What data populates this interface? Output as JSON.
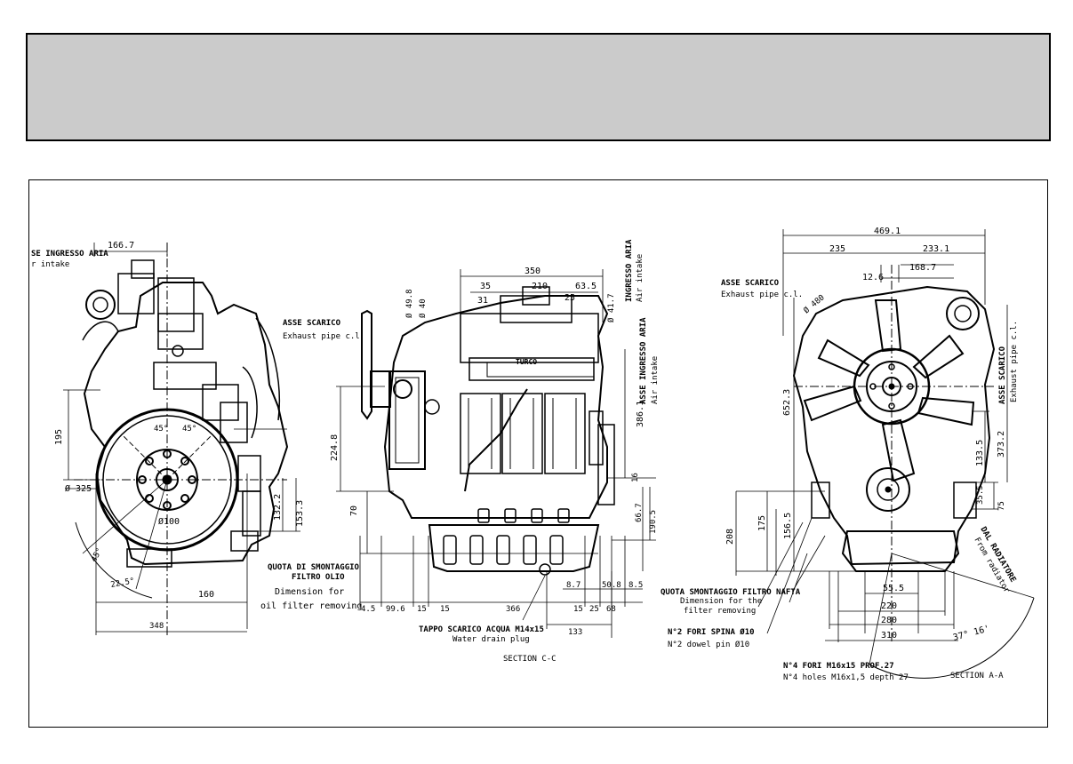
{
  "header": {
    "title": ""
  },
  "left_view": {
    "air_intake_it": "SE INGRESSO ARIA",
    "air_intake_en": "r intake",
    "dim_166_7": "166.7",
    "dim_195": "195",
    "dim_325": "Ø 325",
    "dim_100": "Ø100",
    "dim_132_2": "132.2",
    "dim_153_3": "153.3",
    "dim_160": "160",
    "dim_348": "348",
    "angle_45a": "45°",
    "angle_45b": "45°",
    "angle_45c": "45°",
    "angle_22_5": "22.5°",
    "oil_filter_it_1": "QUOTA DI SMONTAGGIO",
    "oil_filter_it_2": "FILTRO OLIO",
    "oil_filter_en_1": "Dimension for",
    "oil_filter_en_2": "oil filter removing"
  },
  "middle_view": {
    "exhaust_it": "ASSE SCARICO",
    "exhaust_en": "Exhaust pipe c.l.",
    "air_it_top": "INGRESSO ARIA",
    "air_en_top": "Air intake",
    "air_it_side": "ASSE INGRESSO ARIA",
    "air_en_side": "Air intake",
    "dim_350": "350",
    "dim_35": "35",
    "dim_210": "210",
    "dim_63_5": "63.5",
    "dim_31": "31",
    "dim_25_top": "25",
    "dim_49_8": "Ø 49.8",
    "dim_40": "Ø 40",
    "dim_41_7": "Ø 41.7",
    "dim_224_8": "224.8",
    "dim_386_1": "386.1",
    "dim_70": "70",
    "dim_16": "16",
    "dim_66_7": "66.7",
    "dim_190_5": "190.5",
    "dim_8_7": "8.7",
    "dim_50_8": "50.8",
    "dim_8_5": "8.5",
    "dim_4_5": "4.5",
    "dim_99_6": "99.6",
    "dim_15a": "15",
    "dim_15b": "15",
    "dim_366": "366",
    "dim_15c": "15",
    "dim_25b": "25",
    "dim_68": "68",
    "dim_133": "133",
    "drain_it": "TAPPO SCARICO ACQUA M14x15",
    "drain_en": "Water drain plug",
    "section": "SECTION C-C",
    "brand": "TURCO"
  },
  "right_view": {
    "dim_469_1": "469.1",
    "dim_235": "235",
    "dim_233_1": "233.1",
    "dim_12_6": "12.6",
    "dim_168_7": "168.7",
    "dim_480": "Ø 480",
    "exhaust_it": "ASSE SCARICO",
    "exhaust_en": "Exhaust pipe c.l.",
    "exhaust_side_it": "ASSE SCARICO",
    "exhaust_side_en": "Exhaust pipe c.l.",
    "dim_652_3": "652.3",
    "dim_373_2": "373.2",
    "dim_133_5": "133.5",
    "dim_35_5": "35.5",
    "dim_75": "75",
    "dim_208": "208",
    "dim_175": "175",
    "dim_156_5": "156.5",
    "dim_55_5": "55.5",
    "dim_220": "220",
    "dim_280": "280",
    "dim_310": "310",
    "angle_37_16": "37° 16'",
    "radiator_it": "DAL RADIATORE",
    "radiator_en": "From radiator",
    "fuel_filter_it": "QUOTA SMONTAGGIO FILTRO NAFTA",
    "fuel_filter_en_1": "Dimension for the",
    "fuel_filter_en_2": "filter removing",
    "pin_it": "N°2 FORI SPINA Ø10",
    "pin_en": "N°2 dowel pin Ø10",
    "holes_it": "N°4 FORI M16x15 PROF.27",
    "holes_en": "N°4 holes M16x1,5 depth 27",
    "section": "SECTION A-A"
  }
}
